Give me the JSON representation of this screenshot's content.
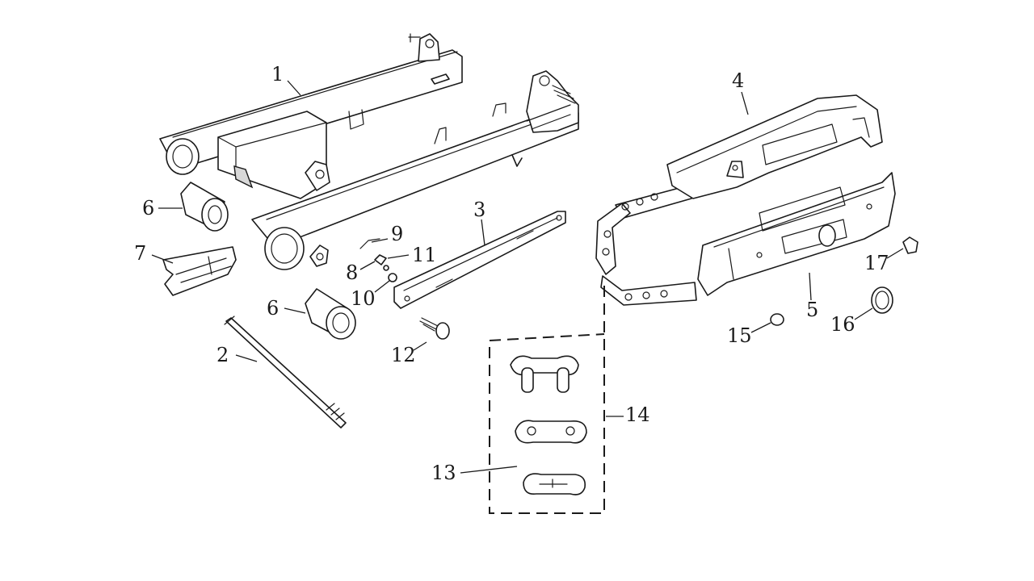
{
  "diagram": {
    "colors": {
      "line": "#1a1a1a",
      "background": "#ffffff",
      "shade": "#d8d8d8"
    },
    "callouts": {
      "c1": "1",
      "c2": "2",
      "c3": "3",
      "c4": "4",
      "c5": "5",
      "c6a": "6",
      "c6b": "6",
      "c7": "7",
      "c8": "8",
      "c9": "9",
      "c10": "10",
      "c11": "11",
      "c12": "12",
      "c13": "13",
      "c14": "14",
      "c15": "15",
      "c16": "16",
      "c17": "17"
    }
  }
}
